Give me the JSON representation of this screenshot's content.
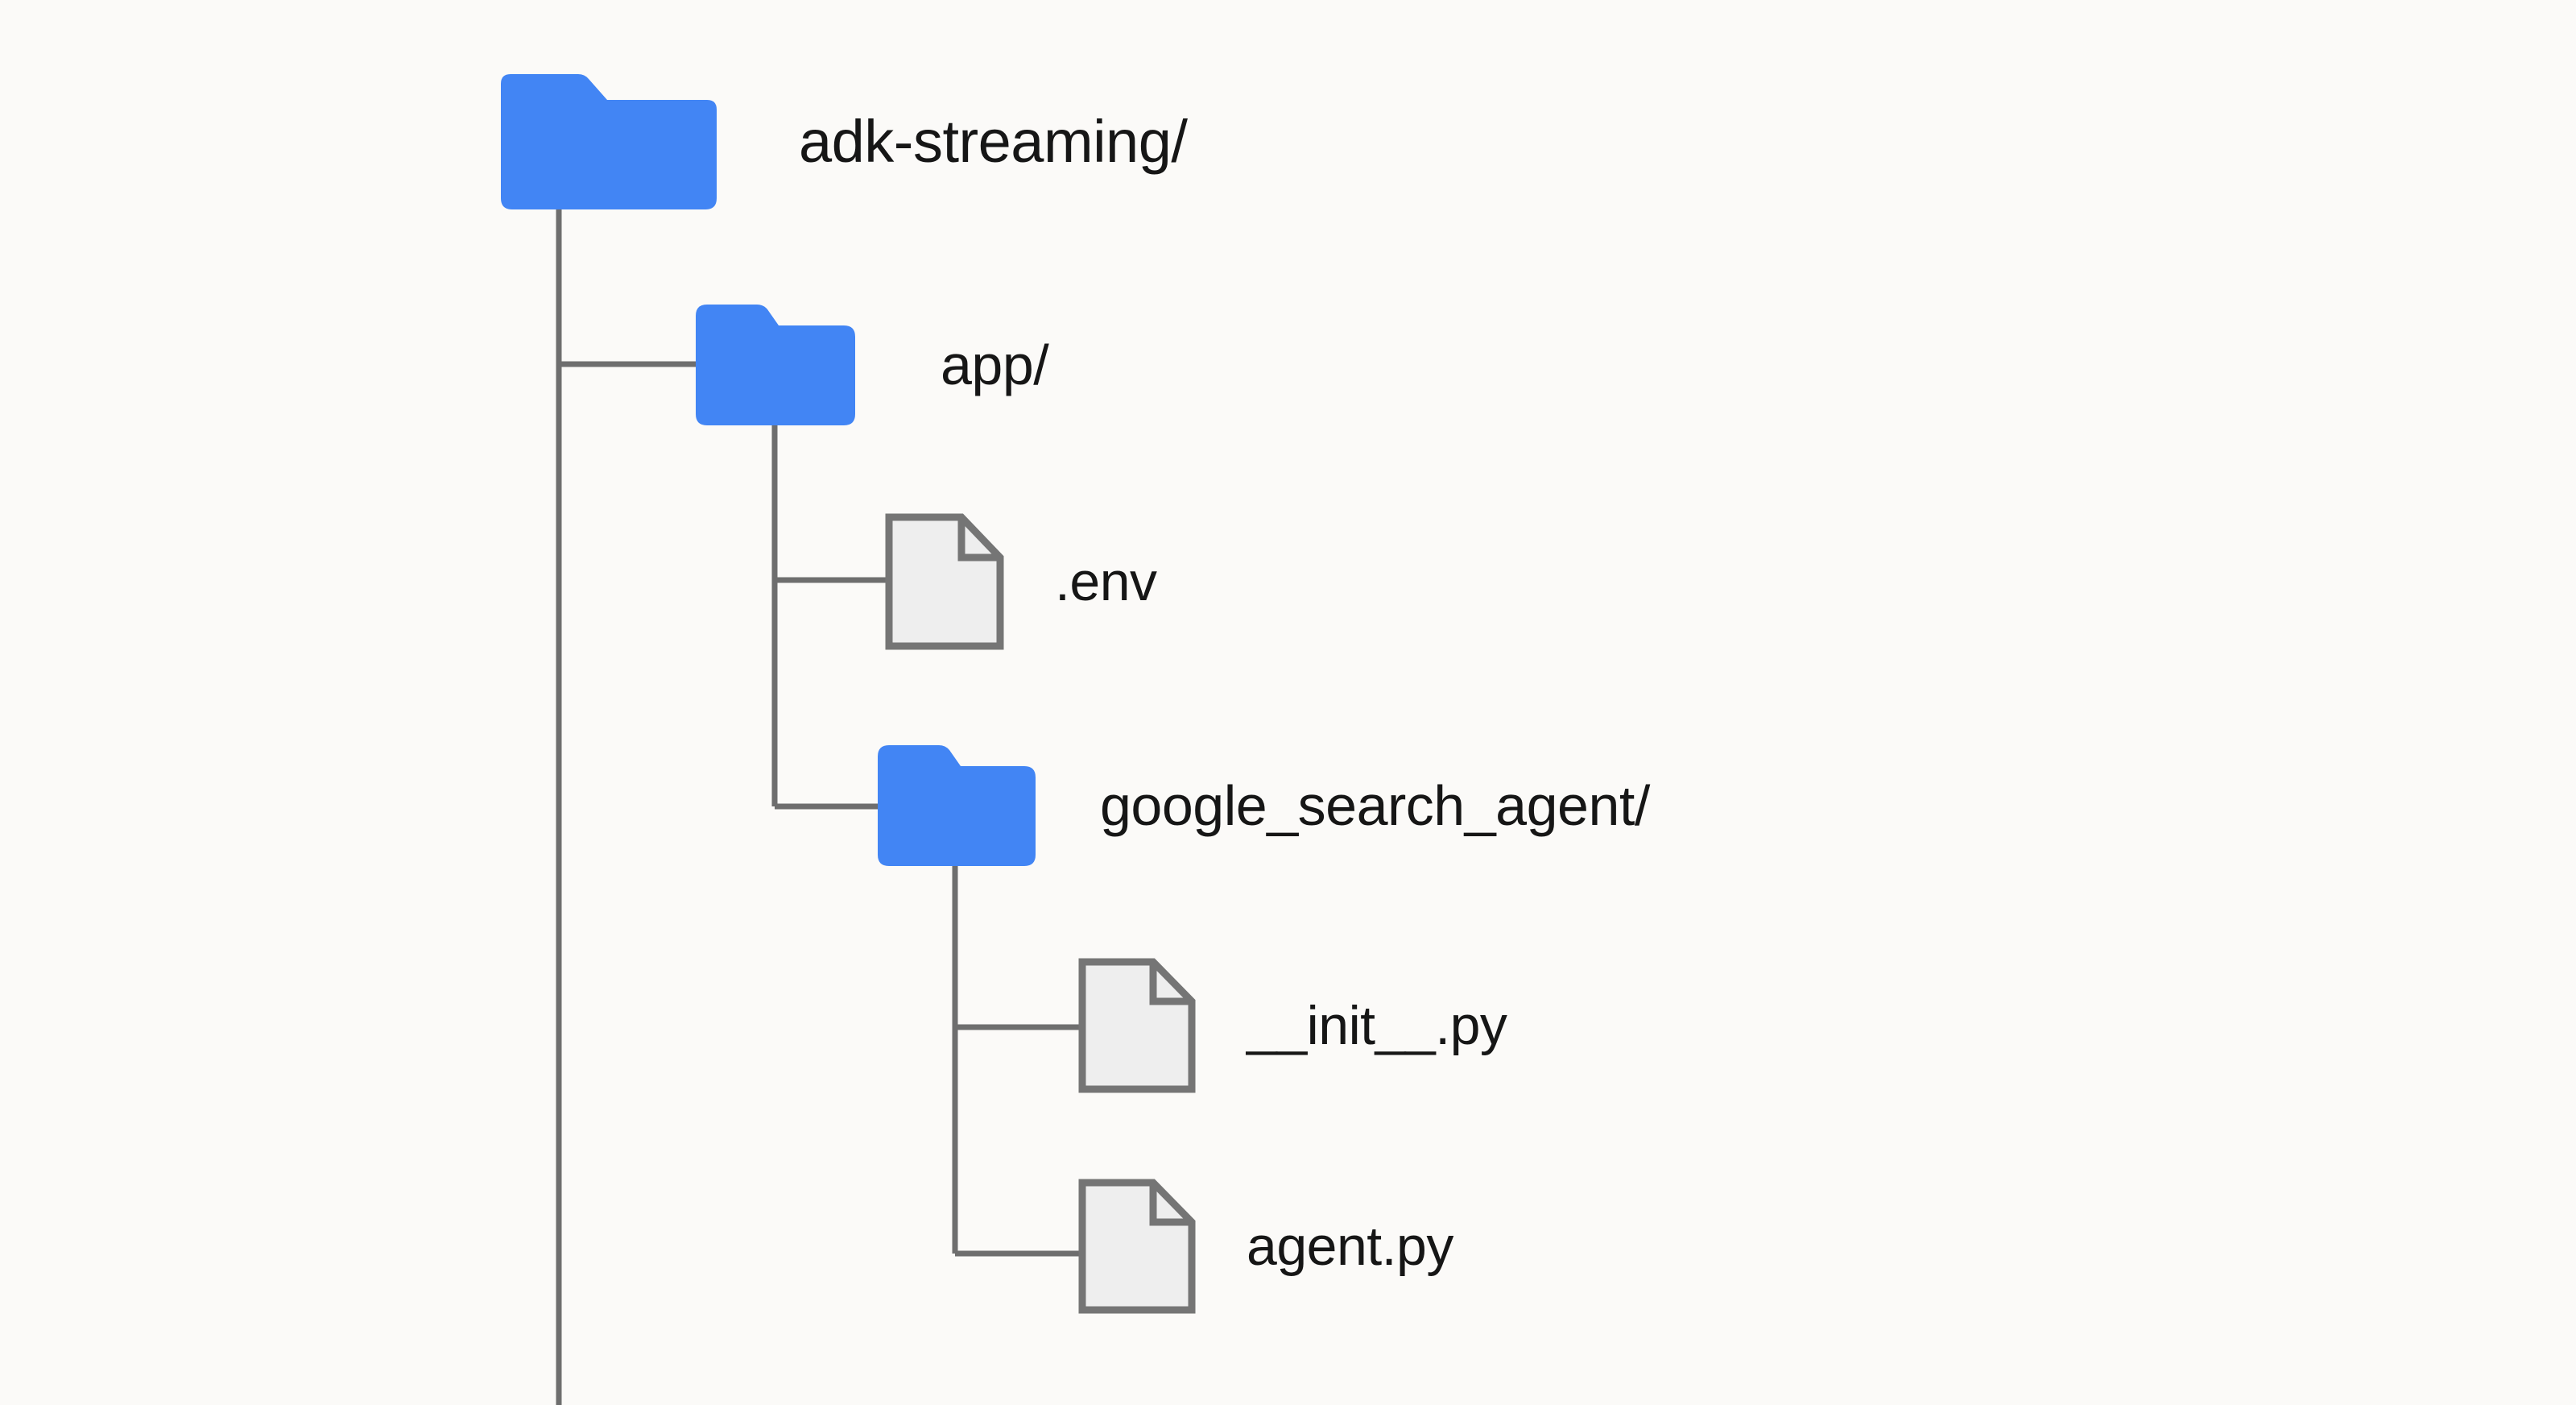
{
  "diagram": {
    "title": "adk-streaming project file tree",
    "type": "file-tree",
    "background_color": "#fbfaf8",
    "folder_color": "#4285f4",
    "file_fill_color": "#eeeeee",
    "file_stroke_color": "#757575",
    "connector_color": "#6e6e6e",
    "text_color": "#161616"
  },
  "tree": {
    "root": {
      "label": "adk-streaming/",
      "icon": "folder-icon",
      "depth": 0
    },
    "nodes": [
      {
        "id": "app",
        "label": "app/",
        "icon": "folder-icon",
        "depth": 1,
        "parent": "root"
      },
      {
        "id": "env",
        "label": ".env",
        "icon": "file-icon",
        "depth": 2,
        "parent": "app"
      },
      {
        "id": "google_search_agent",
        "label": "google_search_agent/",
        "icon": "folder-icon",
        "depth": 2,
        "parent": "app"
      },
      {
        "id": "init_py",
        "label": "__init__.py",
        "icon": "file-icon",
        "depth": 3,
        "parent": "google_search_agent"
      },
      {
        "id": "agent_py",
        "label": "agent.py",
        "icon": "file-icon",
        "depth": 3,
        "parent": "google_search_agent"
      }
    ]
  }
}
